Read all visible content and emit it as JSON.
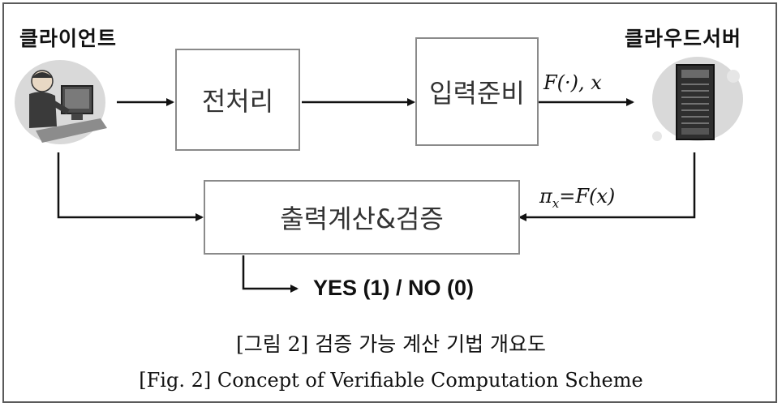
{
  "diagram": {
    "client_label": "클라이언트",
    "server_label": "클라우드서버",
    "preprocess_box": "전처리",
    "input_prep_box": "입력준비",
    "output_verify_box": "출력계산&검증",
    "edge_f_x": "F(·), x",
    "edge_pi_x_prefix": "π",
    "edge_pi_x_sub": "x",
    "edge_pi_x_suffix": "=F(x)",
    "result": "YES (1) / NO (0)"
  },
  "captions": {
    "korean": "[그림 2] 검증 가능 계산 기법 개요도",
    "english": "[Fig. 2] Concept of Verifiable Computation Scheme"
  },
  "icons": {
    "client": "person-at-computer-icon",
    "server": "server-rack-icon"
  }
}
